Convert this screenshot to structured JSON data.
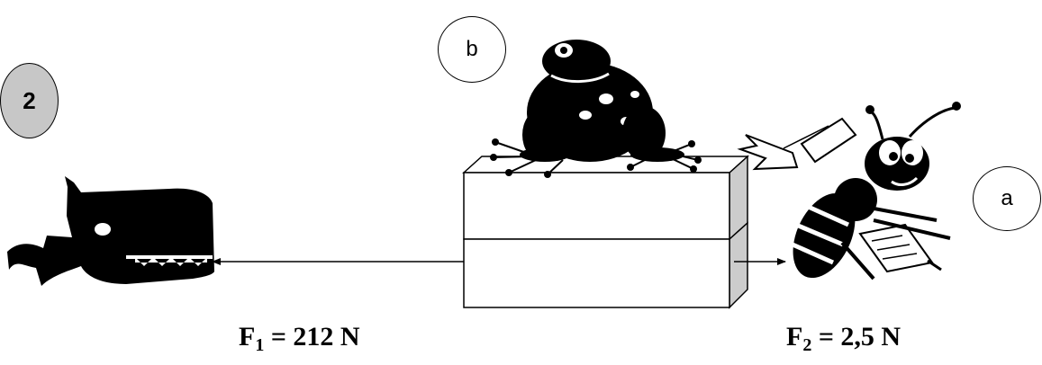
{
  "badges": {
    "problem_number": "2",
    "label_b": "b",
    "label_a": "a"
  },
  "forces": [
    {
      "symbol": "F",
      "subscript": "1",
      "value": "= 212 N"
    },
    {
      "symbol": "F",
      "subscript": "2",
      "value": "= 2,5 N"
    }
  ],
  "figures": {
    "left": "dog-icon",
    "top": "frog-icon",
    "right": "bee-icon",
    "object": "stacked-blocks"
  },
  "colors": {
    "ink": "#000000",
    "block_face": "#ffffff",
    "block_side": "#cccccc",
    "badge_gray": "#c7c7c7"
  }
}
